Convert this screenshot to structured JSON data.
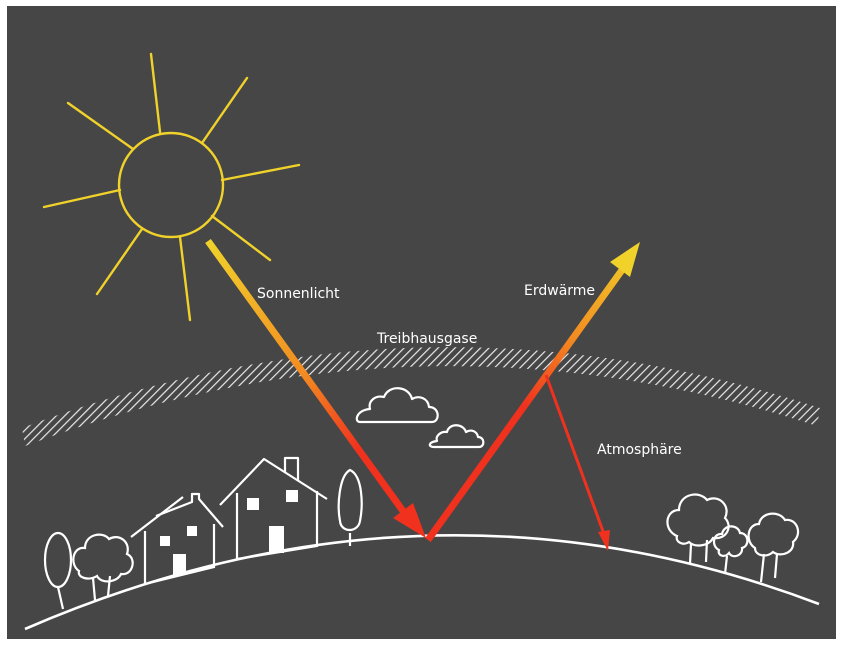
{
  "labels": {
    "sunlight": "Sonnenlicht",
    "earth_heat": "Erdwärme",
    "greenhouse_gases": "Treibhausgase",
    "atmosphere": "Atmosphäre"
  },
  "colors": {
    "background": "#464646",
    "sun": "#f0d22a",
    "arrow_red": "#f0311e",
    "arrow_orange": "#f38a21",
    "arrow_yellow": "#f0d22a",
    "outline": "#ffffff"
  },
  "icons": [
    "sun-icon",
    "cloud-icon",
    "house-icon",
    "tree-icon"
  ]
}
